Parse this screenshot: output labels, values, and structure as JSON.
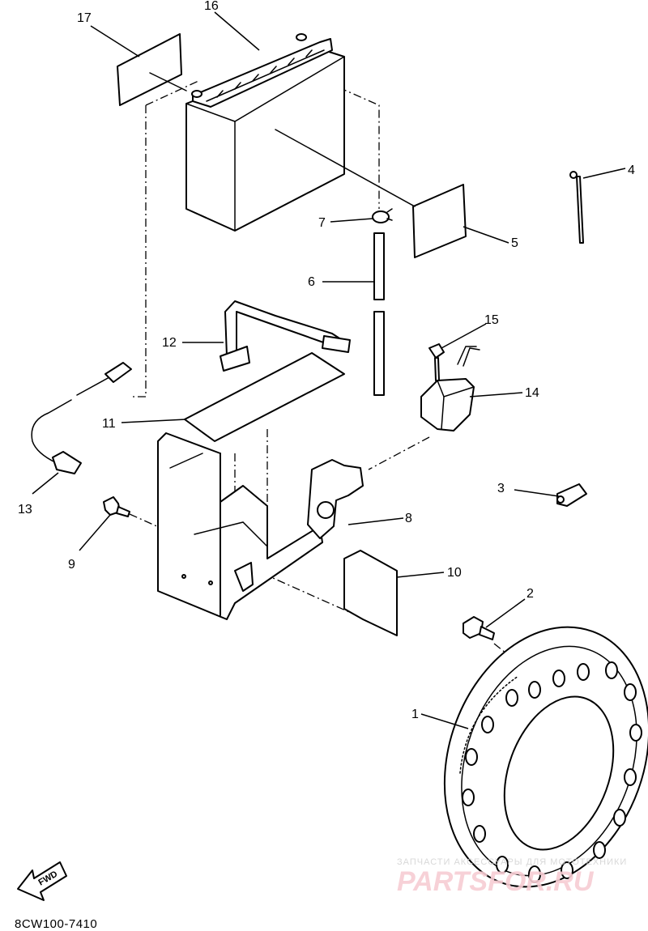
{
  "diagram": {
    "callouts": {
      "c1": "1",
      "c2": "2",
      "c3": "3",
      "c4": "4",
      "c5": "5",
      "c6": "6",
      "c7": "7",
      "c8": "8",
      "c9": "9",
      "c10": "10",
      "c11": "11",
      "c12": "12",
      "c13": "13",
      "c14": "14",
      "c15": "15",
      "c16": "16",
      "c17": "17"
    },
    "drawing_code": "8CW100-7410",
    "direction_arrow": {
      "label": "FWD",
      "icon": "fwd-arrow-icon"
    },
    "watermark": {
      "tagline": "ЗАПЧАСТИ АКСЕССУАРЫ ДЛЯ МОТОТЕХНИКИ",
      "brand": "PARTSFOR.RU",
      "color": "#e8788a"
    }
  }
}
